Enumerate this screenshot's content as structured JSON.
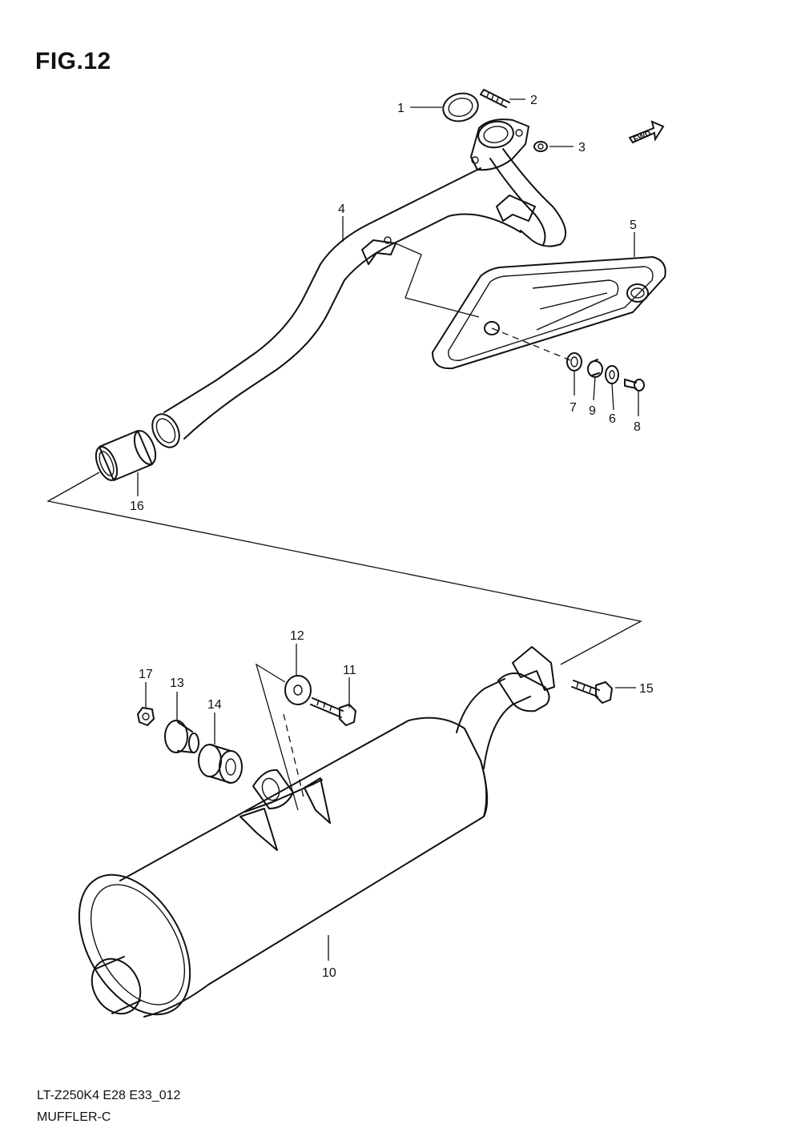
{
  "figure": {
    "title": "FIG.12",
    "code": "LT-Z250K4 E28 E33_012",
    "name": "MUFFLER-C",
    "fwd_label": "FWD"
  },
  "callouts": [
    {
      "id": "1",
      "label": "1"
    },
    {
      "id": "2",
      "label": "2"
    },
    {
      "id": "3",
      "label": "3"
    },
    {
      "id": "4",
      "label": "4"
    },
    {
      "id": "5",
      "label": "5"
    },
    {
      "id": "6",
      "label": "6"
    },
    {
      "id": "7",
      "label": "7"
    },
    {
      "id": "8",
      "label": "8"
    },
    {
      "id": "9",
      "label": "9"
    },
    {
      "id": "10",
      "label": "10"
    },
    {
      "id": "11",
      "label": "11"
    },
    {
      "id": "12",
      "label": "12"
    },
    {
      "id": "13",
      "label": "13"
    },
    {
      "id": "14",
      "label": "14"
    },
    {
      "id": "15",
      "label": "15"
    },
    {
      "id": "16",
      "label": "16"
    },
    {
      "id": "17",
      "label": "17"
    }
  ]
}
